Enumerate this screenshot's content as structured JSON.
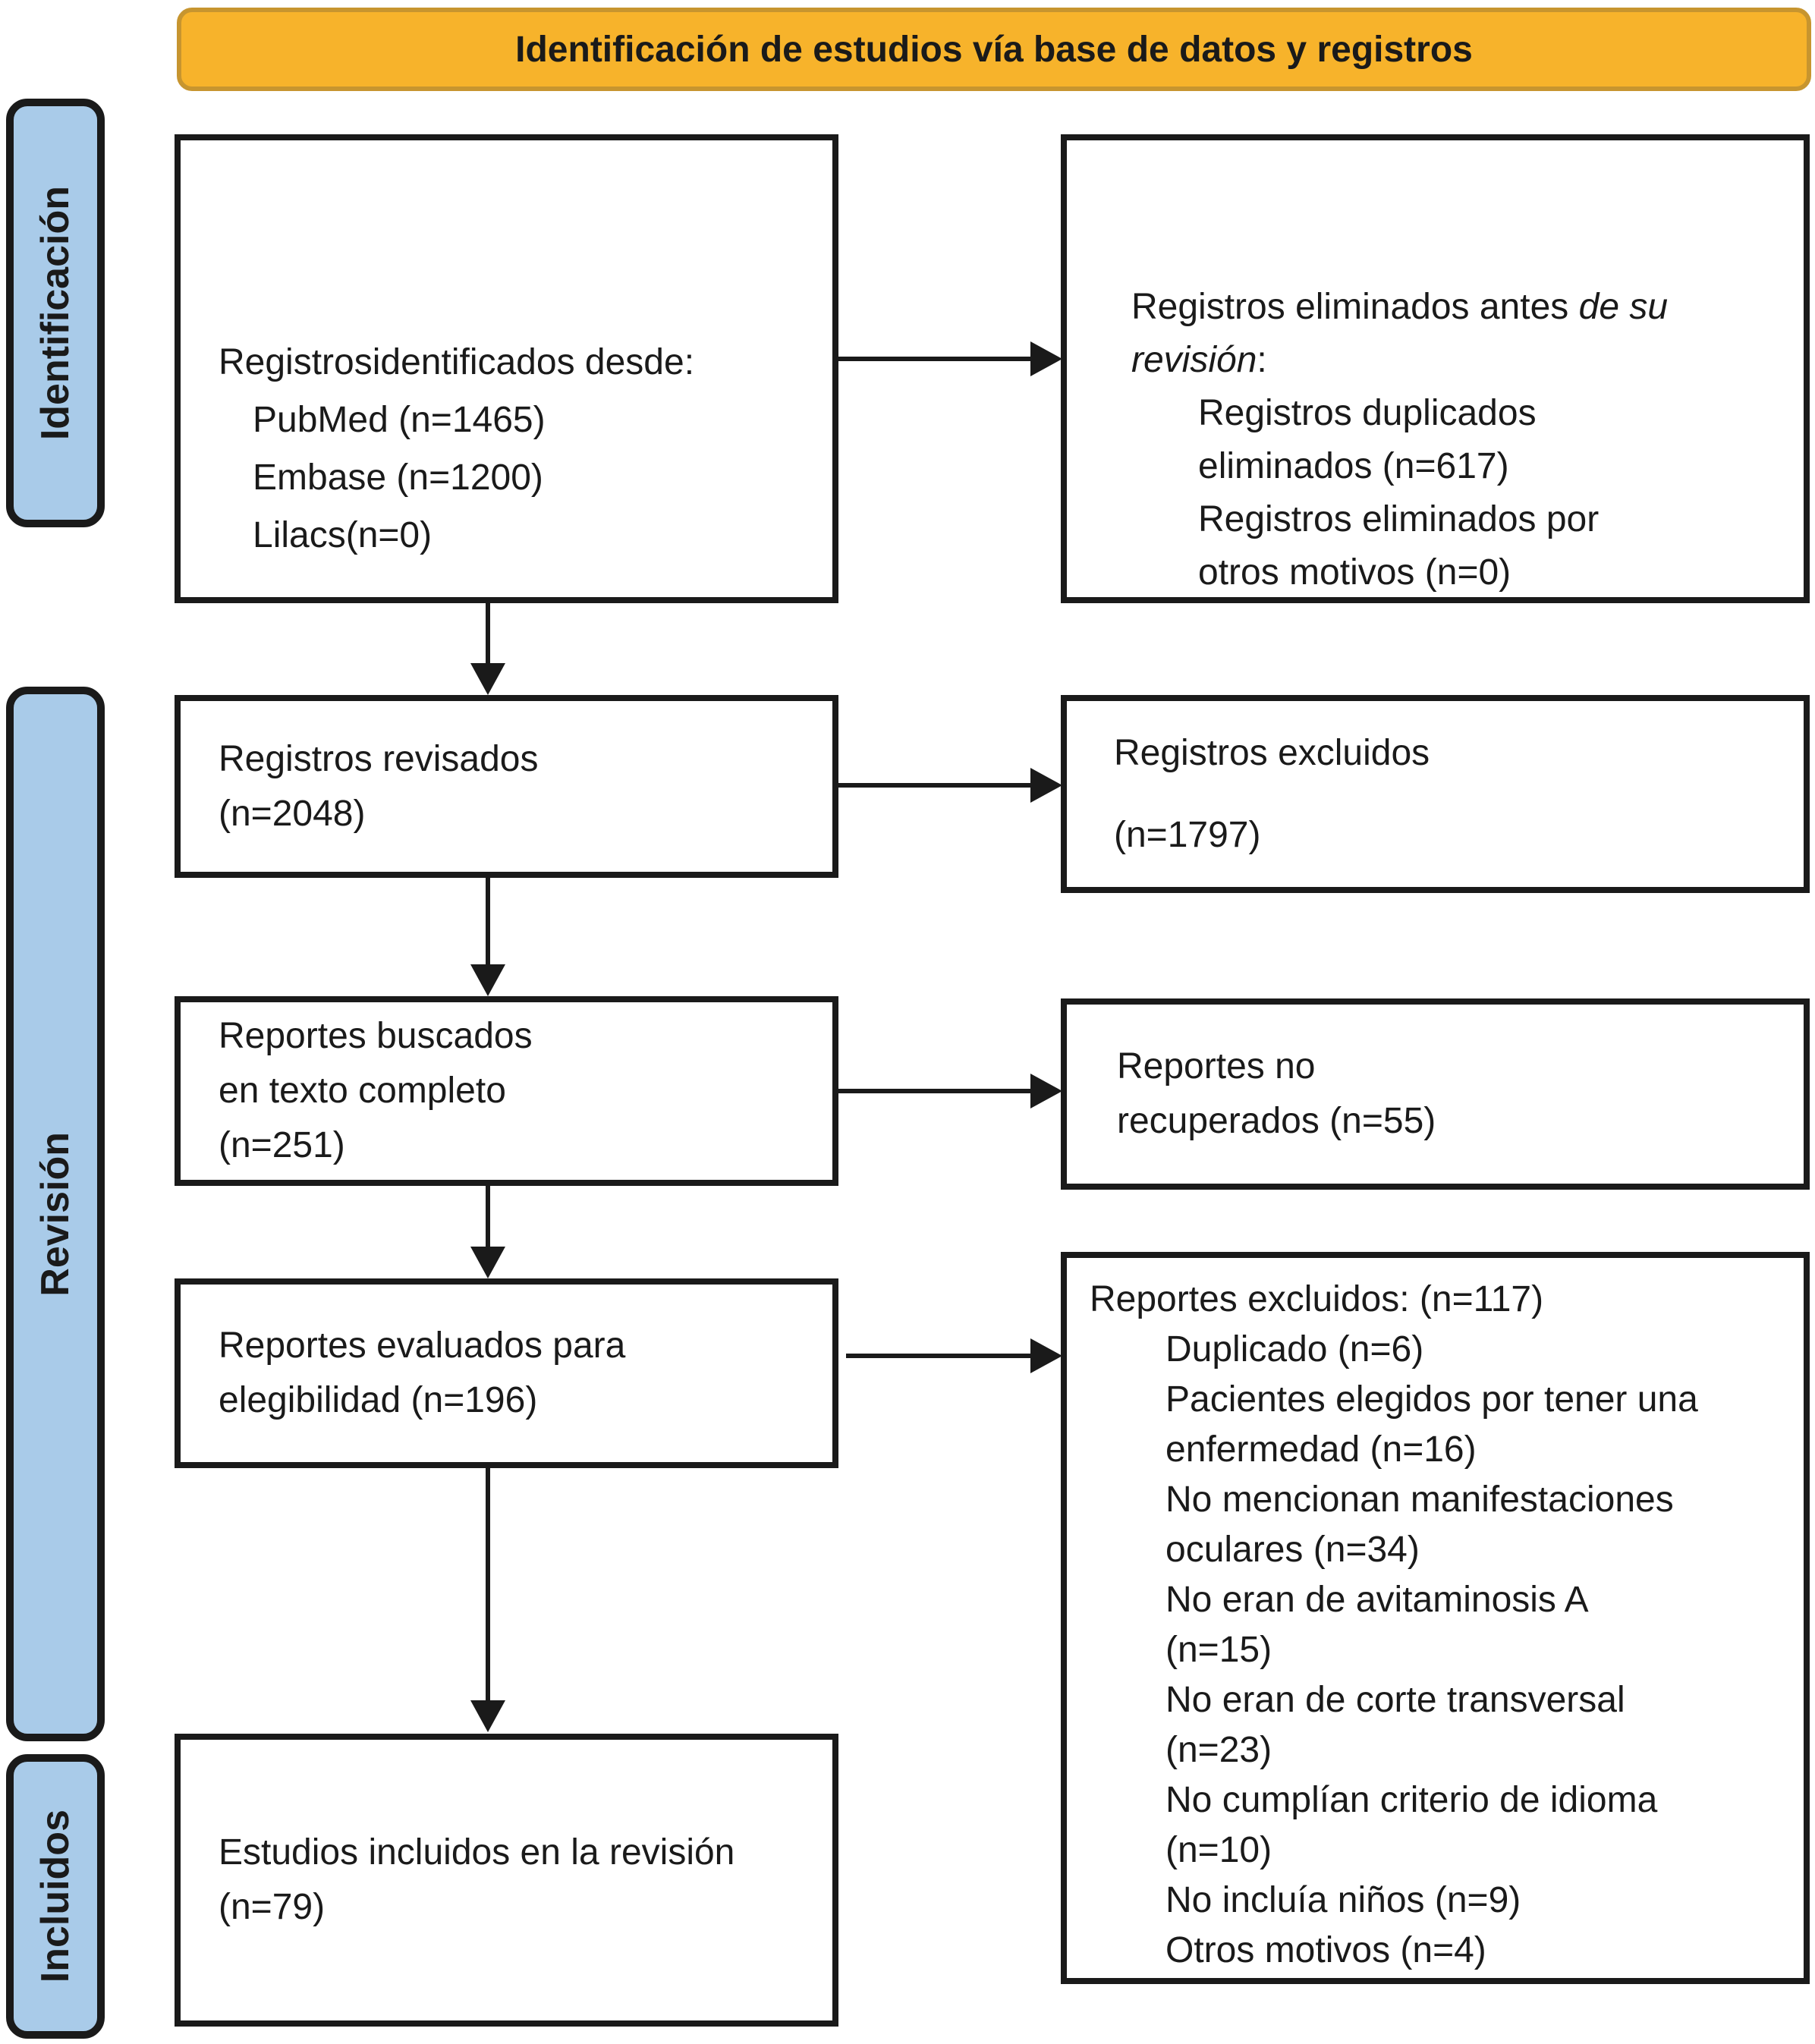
{
  "banner": {
    "label": "Identificación de estudios vía base de datos y registros"
  },
  "stages": [
    {
      "label": "Identificación"
    },
    {
      "label": "Revisión"
    },
    {
      "label": "Incluidos"
    }
  ],
  "boxes": {
    "identificados": {
      "intro": "Registrosidentificados desde:",
      "sources": [
        [
          "PubMed (n=1465)"
        ],
        [
          "Embase (n=1200)"
        ],
        [
          "Lilacs(n=0)"
        ]
      ]
    },
    "eliminados_antes": {
      "intro_start": "Registros eliminados antes ",
      "intro_italic": "de su revisión",
      "intro_end": ":",
      "reasons": [
        [
          "Registros duplicados",
          "eliminados (n=617)"
        ],
        [
          "Registros eliminados por",
          "otros motivos (n=0)"
        ]
      ]
    },
    "revisados": {
      "lines": [
        "Registros revisados",
        "(n=2048)"
      ]
    },
    "excluidos": {
      "lines": [
        "Registros excluidos",
        "(n=1797)"
      ]
    },
    "buscados": {
      "lines": [
        "Reportes buscados",
        "en texto completo",
        "(n=251)"
      ]
    },
    "no_recuperados": {
      "lines": [
        "Reportes no",
        "recuperados (n=55)"
      ]
    },
    "evaluados": {
      "lines": [
        "Reportes evaluados para",
        "elegibilidad (n=196)"
      ]
    },
    "reportes_excluidos": {
      "header": "Reportes excluidos: (n=117)",
      "reasons": [
        [
          "Duplicado (n=6)"
        ],
        [
          "Pacientes elegidos por tener una",
          "enfermedad (n=16)"
        ],
        [
          "No mencionan manifestaciones",
          "oculares (n=34)"
        ],
        [
          "No eran de avitaminosis A",
          "(n=15)"
        ],
        [
          "No eran de corte transversal",
          "(n=23)"
        ],
        [
          "No cumplían criterio de idioma",
          "(n=10)"
        ],
        [
          "No incluía niños (n=9)"
        ],
        [
          "Otros motivos (n=4)"
        ]
      ]
    },
    "incluidos_revision": {
      "lines": [
        "Estudios incluidos en la revisión",
        "(n=79)"
      ]
    }
  },
  "colors": {
    "banner-fill": "#F7B32B",
    "banner-border": "#C7952F",
    "stage-fill": "#A9CBE9",
    "ink": "#1A1A1A"
  }
}
